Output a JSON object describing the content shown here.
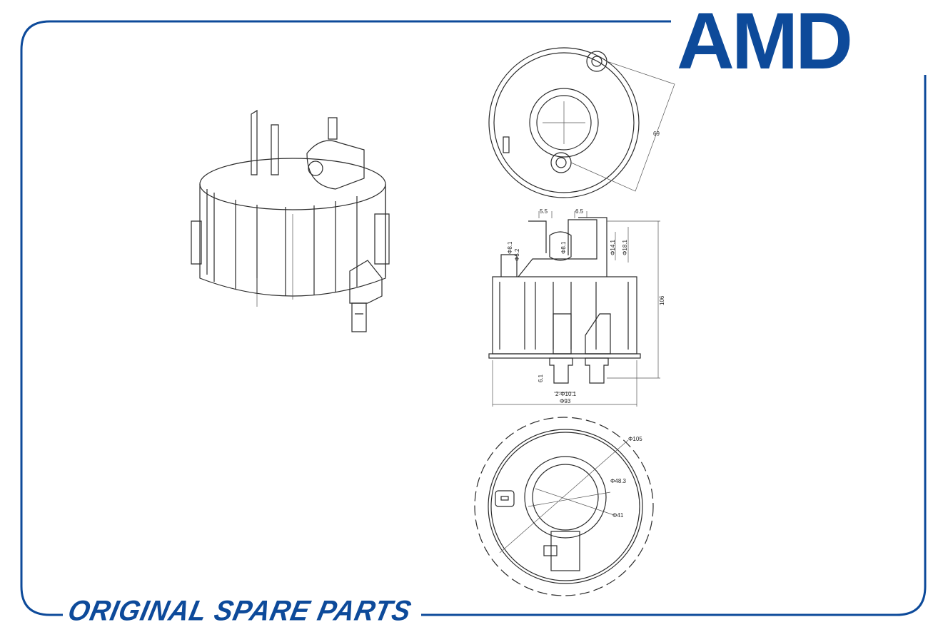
{
  "brand": {
    "logo_text": "AMD",
    "color": "#0d4a9a"
  },
  "footer": {
    "tagline": "ORIGINAL SPARE PARTS"
  },
  "drawing": {
    "top_view": {
      "dims": [
        "69"
      ]
    },
    "side_view": {
      "dims": [
        "5.5",
        "6.5",
        "Φ8.1",
        "Φ5.2",
        "Φ8.1",
        "Φ14.1",
        "Φ18.1",
        "106",
        "6.1",
        "2-Φ10.1",
        "Φ93"
      ]
    },
    "bottom_view": {
      "dims": [
        "Φ105",
        "Φ48.3",
        "Φ41"
      ]
    }
  }
}
